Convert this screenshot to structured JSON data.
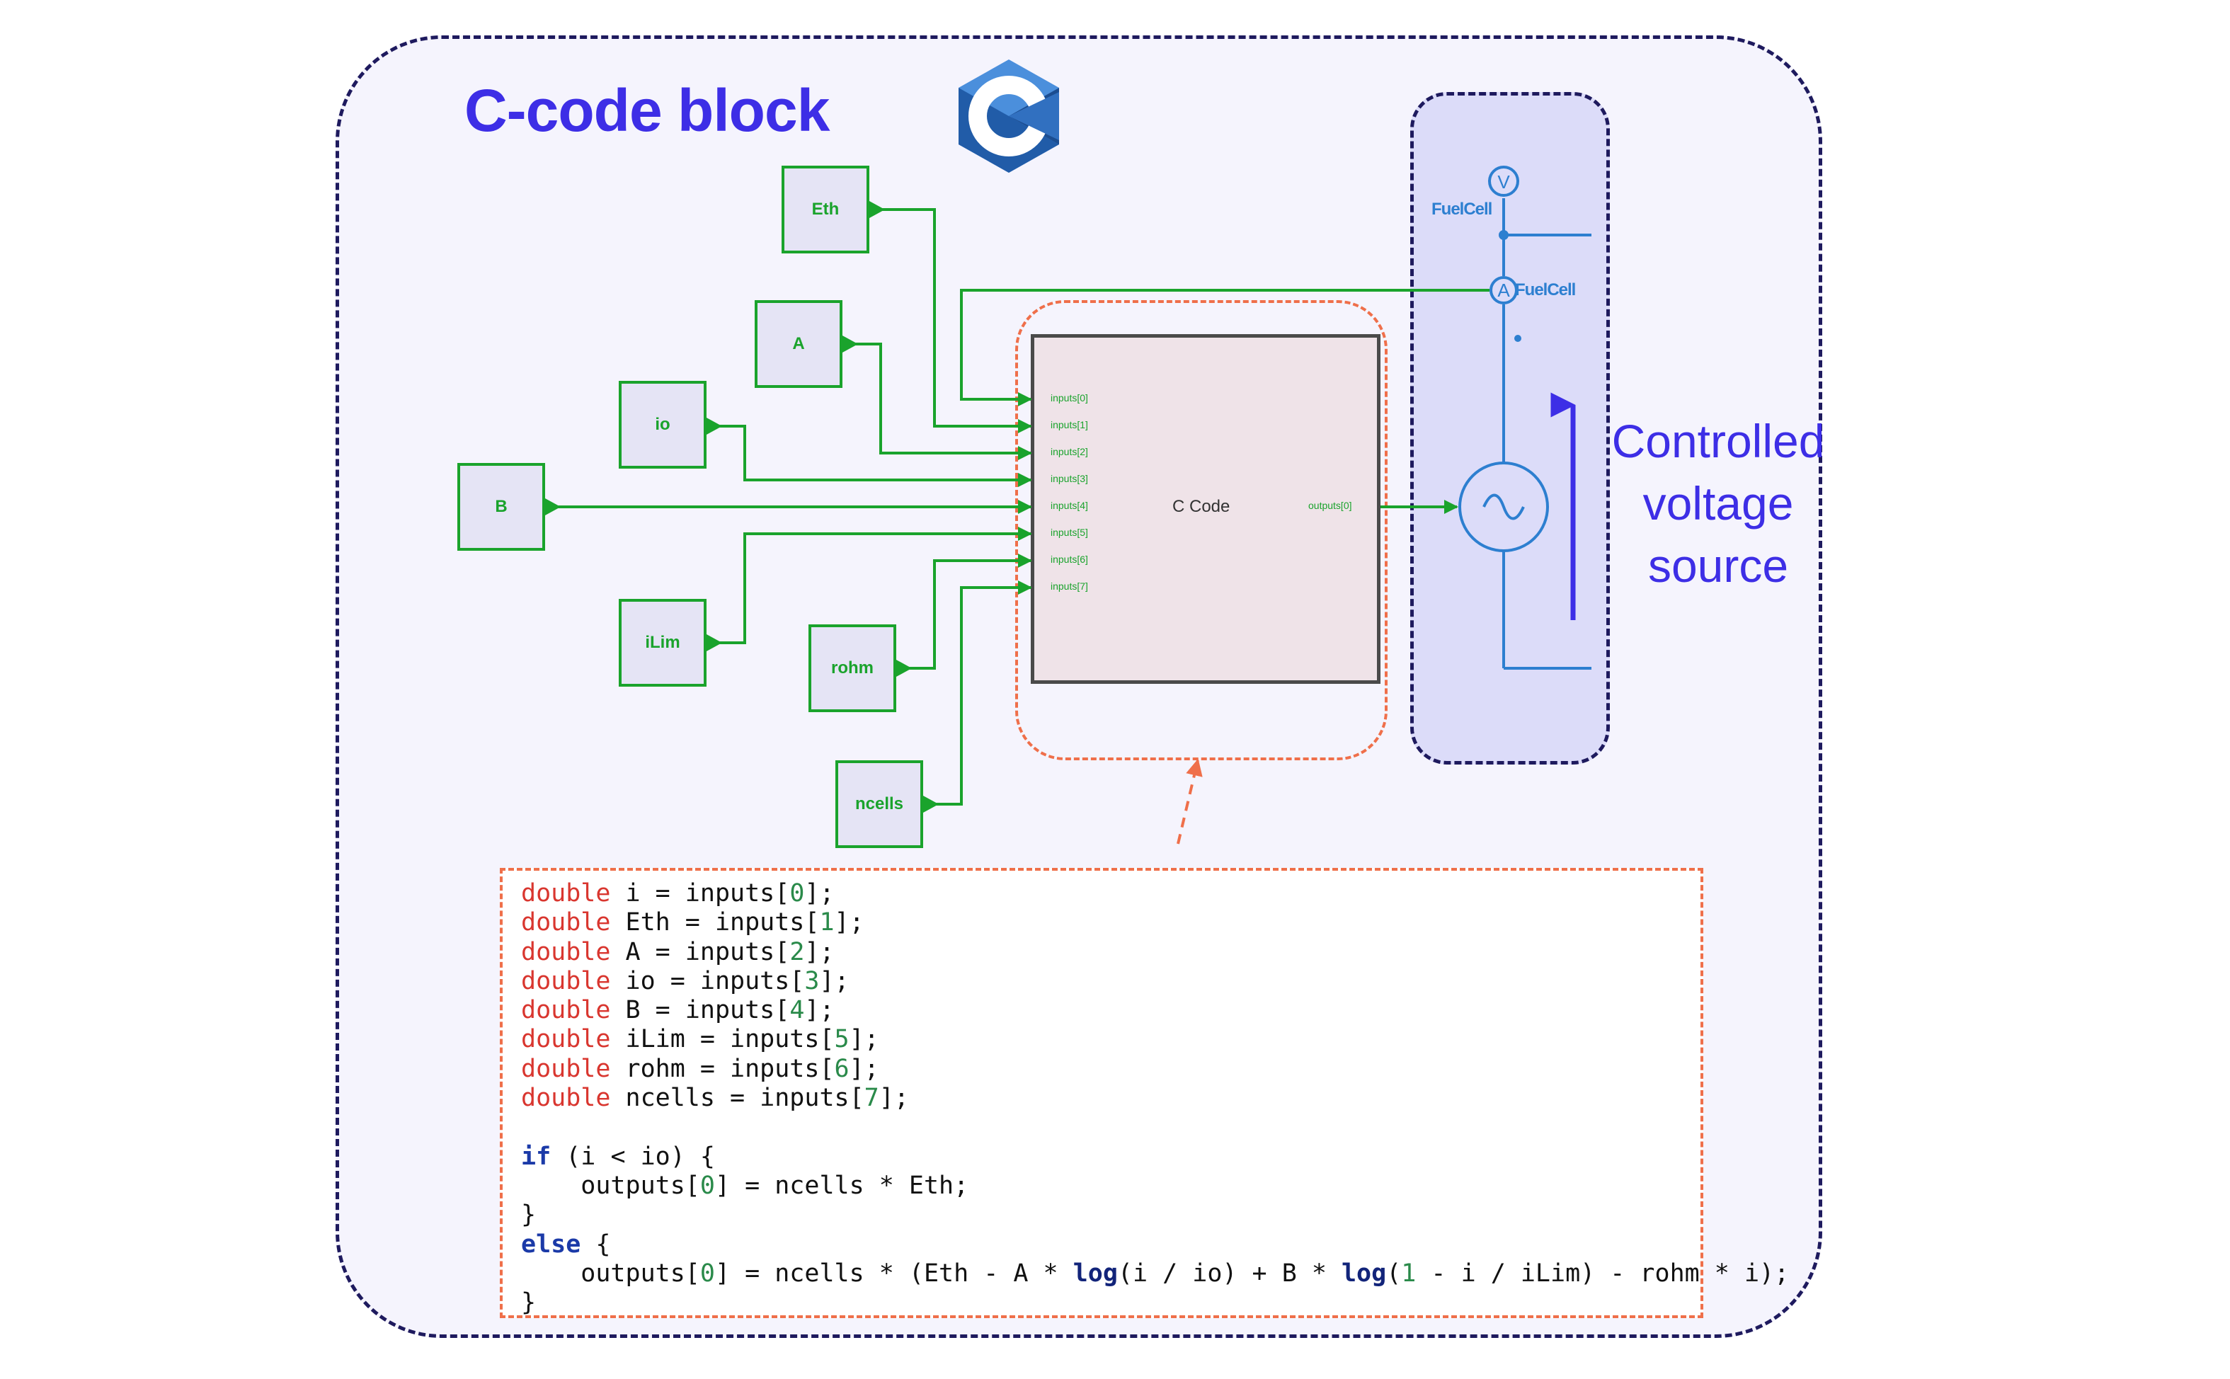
{
  "title": "C-code block",
  "logo": {
    "icon": "c-language-logo",
    "letter": "C",
    "color_dark": "#215ca8",
    "color_light": "#4b8fdc"
  },
  "colors": {
    "title": "#3d2ee6",
    "wire": "#1aa32c",
    "source": "#2d7fd0",
    "frame": "#1e1a5e",
    "highlight": "#ef6f4a"
  },
  "input_blocks": [
    {
      "label": "Eth"
    },
    {
      "label": "A"
    },
    {
      "label": "io"
    },
    {
      "label": "B"
    },
    {
      "label": "iLim"
    },
    {
      "label": "rohm"
    },
    {
      "label": "ncells"
    }
  ],
  "ccode_block": {
    "label": "C Code",
    "inputs": [
      "inputs[0]",
      "inputs[1]",
      "inputs[2]",
      "inputs[3]",
      "inputs[4]",
      "inputs[5]",
      "inputs[6]",
      "inputs[7]"
    ],
    "output": "outputs[0]"
  },
  "source": {
    "voltmeter": "V",
    "ammeter": "A",
    "voltmeter_label": "FuelCell",
    "ammeter_label": "FuelCell",
    "annotation_lines": [
      "Controlled",
      "voltage",
      "source"
    ]
  },
  "code": [
    [
      {
        "t": "double",
        "c": "kw-type"
      },
      {
        "t": " i = inputs["
      },
      {
        "t": "0",
        "c": "num"
      },
      {
        "t": "];"
      }
    ],
    [
      {
        "t": "double",
        "c": "kw-type"
      },
      {
        "t": " Eth = inputs["
      },
      {
        "t": "1",
        "c": "num"
      },
      {
        "t": "];"
      }
    ],
    [
      {
        "t": "double",
        "c": "kw-type"
      },
      {
        "t": " A = inputs["
      },
      {
        "t": "2",
        "c": "num"
      },
      {
        "t": "];"
      }
    ],
    [
      {
        "t": "double",
        "c": "kw-type"
      },
      {
        "t": " io = inputs["
      },
      {
        "t": "3",
        "c": "num"
      },
      {
        "t": "];"
      }
    ],
    [
      {
        "t": "double",
        "c": "kw-type"
      },
      {
        "t": " B = inputs["
      },
      {
        "t": "4",
        "c": "num"
      },
      {
        "t": "];"
      }
    ],
    [
      {
        "t": "double",
        "c": "kw-type"
      },
      {
        "t": " iLim = inputs["
      },
      {
        "t": "5",
        "c": "num"
      },
      {
        "t": "];"
      }
    ],
    [
      {
        "t": "double",
        "c": "kw-type"
      },
      {
        "t": " rohm = inputs["
      },
      {
        "t": "6",
        "c": "num"
      },
      {
        "t": "];"
      }
    ],
    [
      {
        "t": "double",
        "c": "kw-type"
      },
      {
        "t": " ncells = inputs["
      },
      {
        "t": "7",
        "c": "num"
      },
      {
        "t": "];"
      }
    ],
    [],
    [
      {
        "t": "if",
        "c": "kw"
      },
      {
        "t": " (i < io) {"
      }
    ],
    [
      {
        "t": "    outputs["
      },
      {
        "t": "0",
        "c": "num"
      },
      {
        "t": "] = ncells * Eth;"
      }
    ],
    [
      {
        "t": "}"
      }
    ],
    [
      {
        "t": "else",
        "c": "kw"
      },
      {
        "t": " {"
      }
    ],
    [
      {
        "t": "    outputs["
      },
      {
        "t": "0",
        "c": "num"
      },
      {
        "t": "] = ncells * (Eth - A * "
      },
      {
        "t": "log",
        "c": "fn"
      },
      {
        "t": "(i / io) + B * "
      },
      {
        "t": "log",
        "c": "fn"
      },
      {
        "t": "("
      },
      {
        "t": "1",
        "c": "num"
      },
      {
        "t": " - i / iLim) - rohm * i);"
      }
    ],
    [
      {
        "t": "}"
      }
    ]
  ]
}
